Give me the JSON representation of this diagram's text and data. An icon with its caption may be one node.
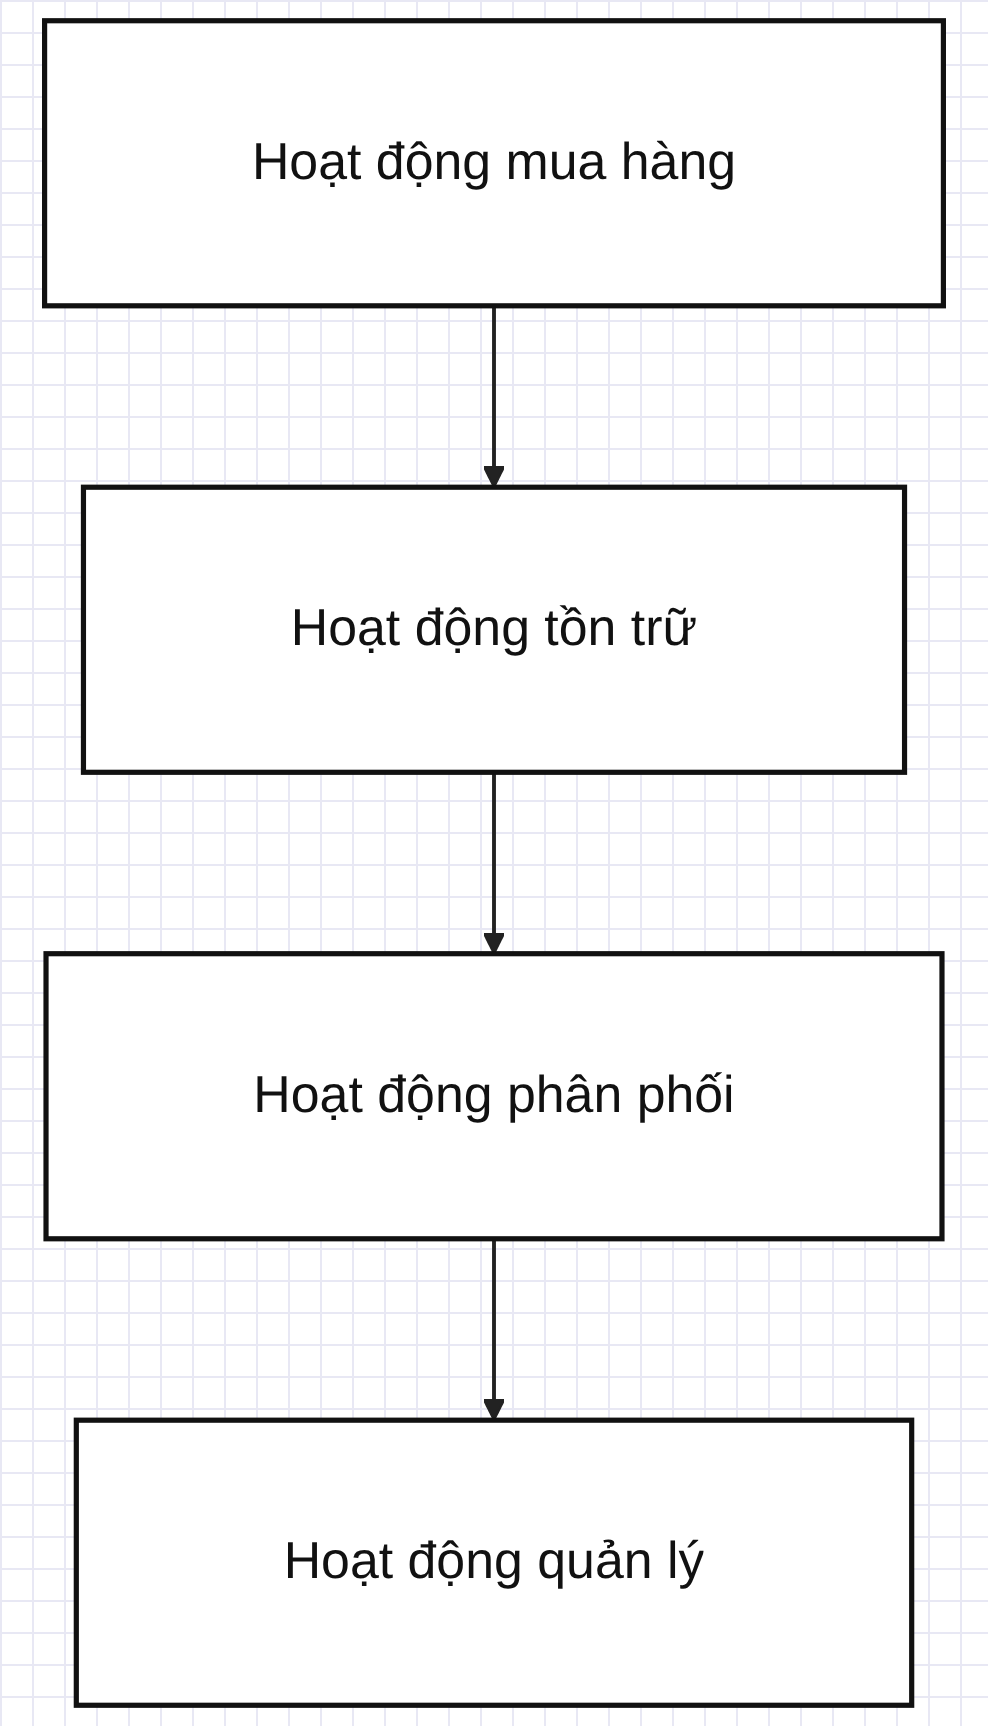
{
  "diagram": {
    "nodes": [
      {
        "text": [
          "Hoạt động mua hàng"
        ]
      },
      {
        "text": [
          "Hoạt động tồn trữ"
        ]
      },
      {
        "text": [
          "Hoạt động phân phối"
        ]
      },
      {
        "text": [
          "Hoạt động quản lý"
        ]
      }
    ],
    "edges": [
      {
        "from": 0,
        "to": 1,
        "arrow": "to"
      },
      {
        "from": 1,
        "to": 2,
        "arrow": "to"
      },
      {
        "from": 2,
        "to": 3,
        "arrow": "to"
      }
    ]
  }
}
